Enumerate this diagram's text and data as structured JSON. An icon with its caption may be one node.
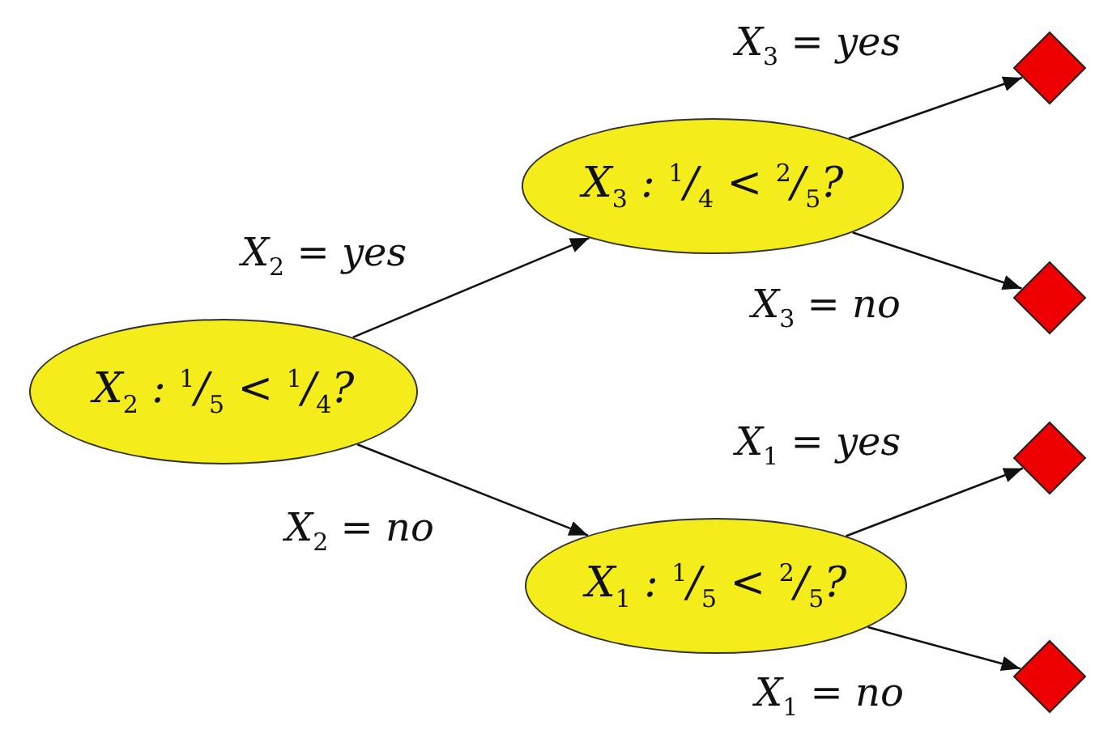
{
  "diagram": {
    "nodes": [
      {
        "text": [
          "X$_{2}$ : $^{1}$/$_{5}$ < $^{1}$/$_{4}$?"
        ]
      },
      {
        "text": [
          "X$_{3}$ : $^{1}$/$_{4}$ < $^{2}$/$_{5}$?"
        ]
      },
      {
        "text": [
          "X$_{1}$ : $^{1}$/$_{5}$ < $^{2}$/$_{5}$?"
        ]
      },
      {
        "text": [],
        "shape": "diamond"
      },
      {
        "text": [],
        "shape": "diamond"
      },
      {
        "text": [],
        "shape": "diamond"
      },
      {
        "text": [],
        "shape": "diamond"
      }
    ],
    "edges": [
      {
        "from": 0,
        "to": 1,
        "arrow": "to",
        "label": "X$_{2}$ = yes"
      },
      {
        "from": 0,
        "to": 2,
        "arrow": "to",
        "label": "X$_{2}$ = no"
      },
      {
        "from": 1,
        "to": 3,
        "arrow": "to",
        "label": "X$_{3}$ = yes"
      },
      {
        "from": 1,
        "to": 4,
        "arrow": "to",
        "label": "X$_{3}$ = no"
      },
      {
        "from": 2,
        "to": 5,
        "arrow": "to",
        "label": "X$_{1}$ = yes"
      },
      {
        "from": 2,
        "to": 6,
        "arrow": "to",
        "label": "X$_{1}$ = no"
      }
    ]
  }
}
